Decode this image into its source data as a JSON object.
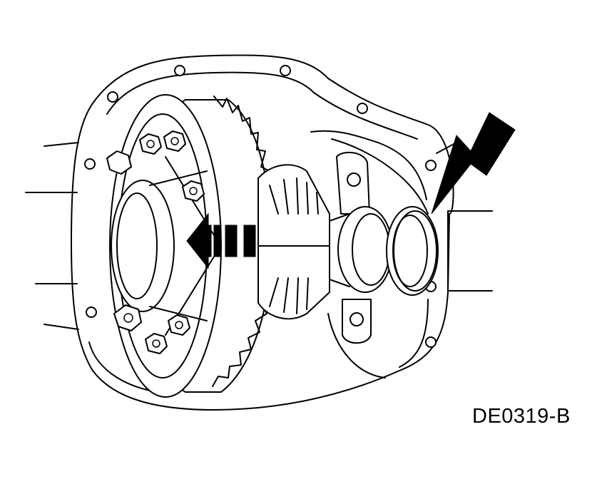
{
  "figure": {
    "id_label": "DE0319-B",
    "line_color": "#000000",
    "background_color": "#ffffff"
  },
  "callouts": [
    {
      "name": "seal-pointer-arrow",
      "shape": "solid-arrow",
      "target": "bearing-race-seal"
    },
    {
      "name": "removal-direction-arrow",
      "shape": "dashed-block-arrow",
      "direction": "left"
    }
  ]
}
